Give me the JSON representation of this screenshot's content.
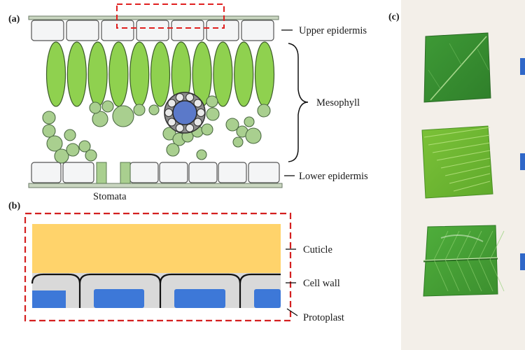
{
  "panels": {
    "a": {
      "letter": "(a)",
      "labels": {
        "upper_epidermis": "Upper epidermis",
        "mesophyll": "Mesophyll",
        "lower_epidermis": "Lower epidermis",
        "stomata": "Stomata"
      }
    },
    "b": {
      "letter": "(b)",
      "labels": {
        "cuticle": "Cuticle",
        "cell_wall": "Cell wall",
        "protoplast": "Protoplast"
      }
    },
    "c": {
      "letter": "(c)"
    }
  },
  "colors": {
    "palisade_green": "#8fd14f",
    "spongy_green": "#a9cf8f",
    "epidermis_fill": "#f4f5f6",
    "cuticle_yellow": "#ffd36b",
    "cell_wall_grey": "#d9d9d9",
    "protoplast_blue": "#3d78d8",
    "nucleus_blue": "#5b79c9",
    "highlight_red": "#e02020",
    "leaf_green": "#4aa63c",
    "photo_background": "#f3efe9",
    "tag_blue": "#2f67c8"
  }
}
